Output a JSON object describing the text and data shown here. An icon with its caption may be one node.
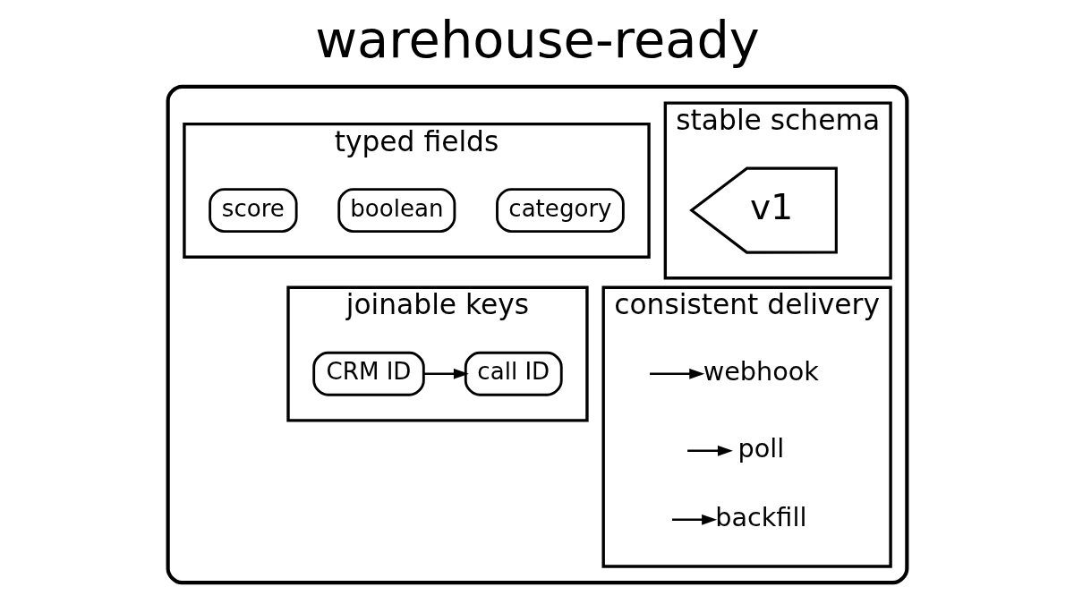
{
  "diagram": {
    "title": "warehouse-ready",
    "nodes": [
      {
        "text": [],
        "shape": "box"
      },
      {
        "text": [
          "typed fields"
        ],
        "in": 0
      },
      {
        "text": [
          "score"
        ],
        "in": 1
      },
      {
        "text": [
          "boolean"
        ],
        "in": 1
      },
      {
        "text": [
          "category"
        ],
        "in": 1
      },
      {
        "text": [
          "stable schema"
        ],
        "in": 0
      },
      {
        "text": [
          "v1"
        ],
        "in": 5
      },
      {
        "text": [
          "joinable keys"
        ],
        "in": 0
      },
      {
        "text": [
          "CRM ID"
        ],
        "in": 7
      },
      {
        "text": [
          "call ID"
        ],
        "in": 7
      },
      {
        "text": [
          "consistent delivery"
        ],
        "in": 0
      },
      {
        "text": [
          "webhook"
        ],
        "in": 10
      },
      {
        "text": [
          "poll"
        ],
        "in": 10
      },
      {
        "text": [
          "backfill"
        ],
        "in": 10
      }
    ],
    "edges": [
      {
        "from": 8,
        "to": 9,
        "arrow": "to"
      },
      {
        "from": null,
        "to": 11,
        "arrow": "to"
      },
      {
        "from": null,
        "to": 12,
        "arrow": "to"
      },
      {
        "from": null,
        "to": 13,
        "arrow": "to"
      }
    ]
  }
}
